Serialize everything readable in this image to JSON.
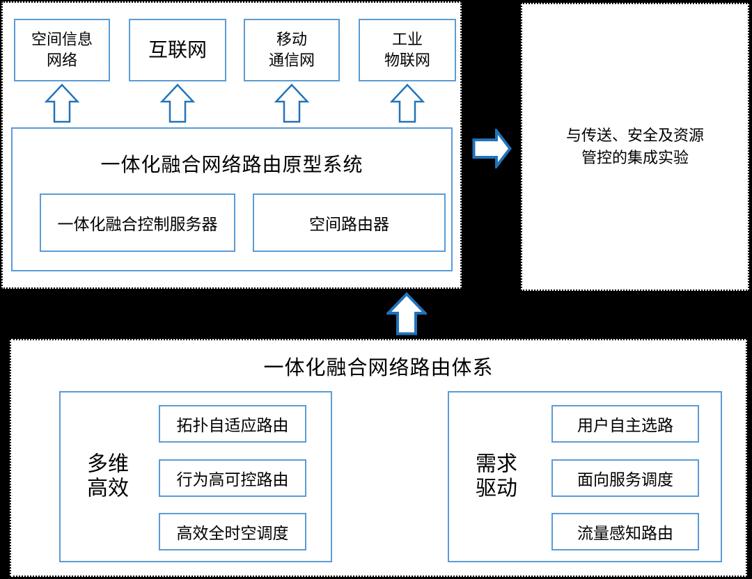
{
  "colors": {
    "background": "#000000",
    "panel_bg": "#ffffff",
    "panel_border": "#000000",
    "box_border": "#5b9bd5",
    "arrow_stroke": "#2273b9",
    "text": "#000000"
  },
  "top_panel": {
    "networks": [
      "空间信息\n网络",
      "互联网",
      "移动\n通信网",
      "工业\n物联网"
    ],
    "system": {
      "title": "一体化融合网络路由原型系统",
      "components": [
        "一体化融合控制服务器",
        "空间路由器"
      ]
    }
  },
  "right_panel": {
    "text": "与传送、安全及资源\n管控的集成实验"
  },
  "bottom_panel": {
    "title": "一体化融合网络路由体系",
    "groups": [
      {
        "label": "多维\n高效",
        "items": [
          "拓扑自适应路由",
          "行为高可控路由",
          "高效全时空调度"
        ]
      },
      {
        "label": "需求\n驱动",
        "items": [
          "用户自主选路",
          "面向服务调度",
          "流量感知路由"
        ]
      }
    ]
  }
}
